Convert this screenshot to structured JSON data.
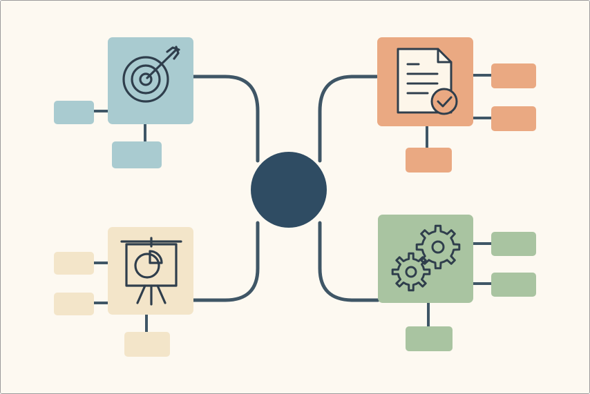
{
  "diagram": {
    "type": "mind-map",
    "center": {
      "label": ""
    },
    "colors": {
      "background": "#fdf9f1",
      "connector": "#3f5666",
      "center": "#2f4c63",
      "icon_stroke": "#2f3e4c"
    },
    "branches": [
      {
        "id": "goals",
        "icon": "target-icon",
        "quadrant": "top-left",
        "fill": "#a9cbd0",
        "leaf_fill": "#a9cbd0",
        "leaves": [
          {
            "label": ""
          },
          {
            "label": ""
          }
        ]
      },
      {
        "id": "documents",
        "icon": "document-check-icon",
        "quadrant": "top-right",
        "fill": "#eaa982",
        "leaf_fill": "#eaa982",
        "leaves": [
          {
            "label": ""
          },
          {
            "label": ""
          },
          {
            "label": ""
          }
        ]
      },
      {
        "id": "presentation",
        "icon": "presentation-pie-chart-icon",
        "quadrant": "bottom-left",
        "fill": "#f3e5c9",
        "leaf_fill": "#f3e5c9",
        "leaves": [
          {
            "label": ""
          },
          {
            "label": ""
          },
          {
            "label": ""
          }
        ]
      },
      {
        "id": "process",
        "icon": "gears-icon",
        "quadrant": "bottom-right",
        "fill": "#a9c4a1",
        "leaf_fill": "#a9c4a1",
        "leaves": [
          {
            "label": ""
          },
          {
            "label": ""
          },
          {
            "label": ""
          }
        ]
      }
    ]
  }
}
